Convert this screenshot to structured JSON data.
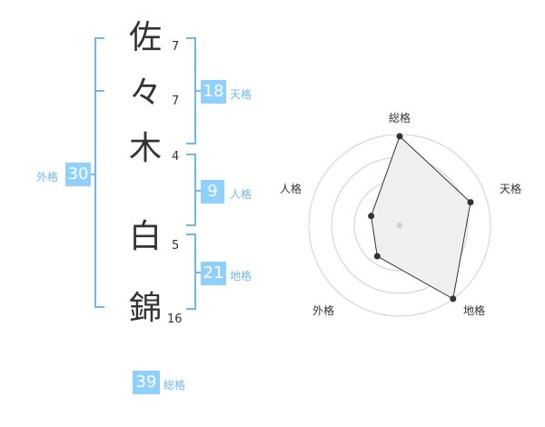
{
  "name": {
    "characters": [
      {
        "char": "佐",
        "strokes": "7"
      },
      {
        "char": "々",
        "strokes": "7"
      },
      {
        "char": "木",
        "strokes": "4"
      },
      {
        "char": "白",
        "strokes": "5"
      },
      {
        "char": "錦",
        "strokes": "16"
      }
    ]
  },
  "fortunes": {
    "tenkaku": {
      "label": "天格",
      "value": "18"
    },
    "jinkaku": {
      "label": "人格",
      "value": "9"
    },
    "chikaku": {
      "label": "地格",
      "value": "21"
    },
    "gaikaku": {
      "label": "外格",
      "value": "30"
    },
    "soukaku": {
      "label": "総格",
      "value": "39"
    }
  },
  "colors": {
    "bracket": "#6fb8e8",
    "badge": "#90d0ff",
    "text": "#333333"
  },
  "chart_data": {
    "type": "radar",
    "axes": [
      "総格",
      "天格",
      "地格",
      "外格",
      "人格"
    ],
    "values": [
      0.98,
      0.82,
      1.0,
      0.42,
      0.33
    ],
    "rings": 4,
    "grid": true
  }
}
